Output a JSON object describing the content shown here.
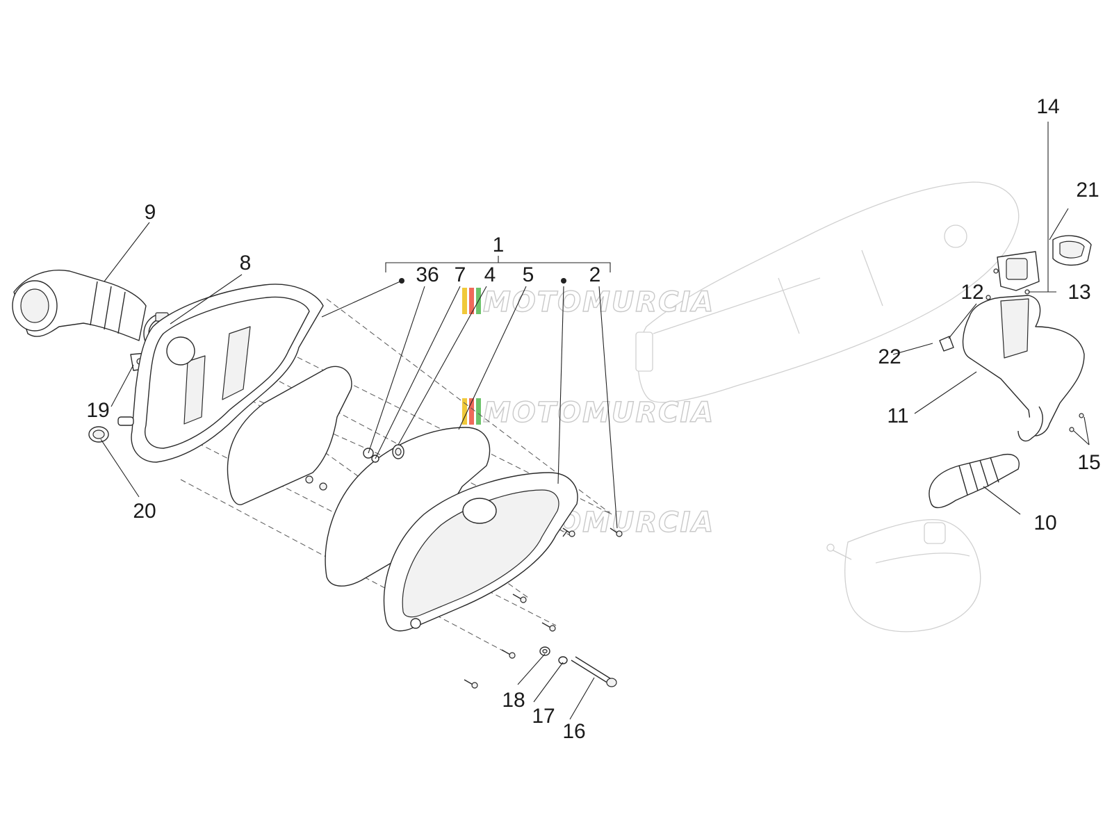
{
  "watermark": {
    "text": "MOTOMURCIA",
    "stripe_colors": [
      "#f0c93a",
      "#ef6a5a",
      "#6cc36a"
    ]
  },
  "callouts": {
    "c1": "1",
    "c2": "2",
    "c36": "36",
    "c4": "4",
    "c5": "5",
    "c7": "7",
    "c8": "8",
    "c9": "9",
    "c10": "10",
    "c11": "11",
    "c12": "12",
    "c13": "13",
    "c14": "14",
    "c15": "15",
    "c16": "16",
    "c17": "17",
    "c18": "18",
    "c19": "19",
    "c20": "20",
    "c21": "21",
    "c22": "22"
  }
}
